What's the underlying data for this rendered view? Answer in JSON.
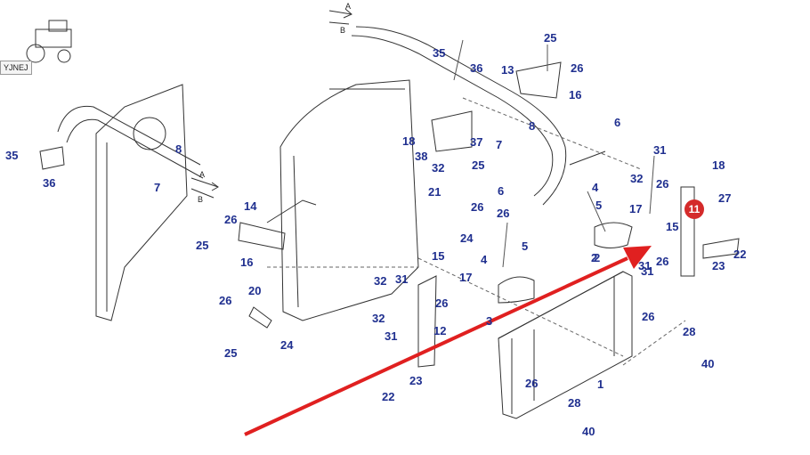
{
  "tag": "YJNEJ",
  "callout": "11",
  "flow_letters": [
    "A",
    "B",
    "A",
    "B"
  ],
  "labels": [
    "35",
    "36",
    "13",
    "25",
    "26",
    "16",
    "8",
    "6",
    "7",
    "37",
    "18",
    "38",
    "32",
    "25",
    "26",
    "6",
    "21",
    "26",
    "24",
    "31",
    "32",
    "26",
    "18",
    "27",
    "17",
    "15",
    "4",
    "5",
    "2",
    "4",
    "5",
    "3",
    "31",
    "26",
    "22",
    "23",
    "14",
    "26",
    "25",
    "16",
    "20",
    "26",
    "25",
    "24",
    "32",
    "31",
    "15",
    "17",
    "26",
    "12",
    "32",
    "31",
    "22",
    "23",
    "1",
    "26",
    "28",
    "26",
    "28",
    "40",
    "40",
    "8",
    "7",
    "35",
    "36",
    "2",
    "31"
  ],
  "colors": {
    "label": "#1f2f8f",
    "line": "#333333",
    "arrow": "#e02020",
    "callout": "#d42a2a"
  }
}
